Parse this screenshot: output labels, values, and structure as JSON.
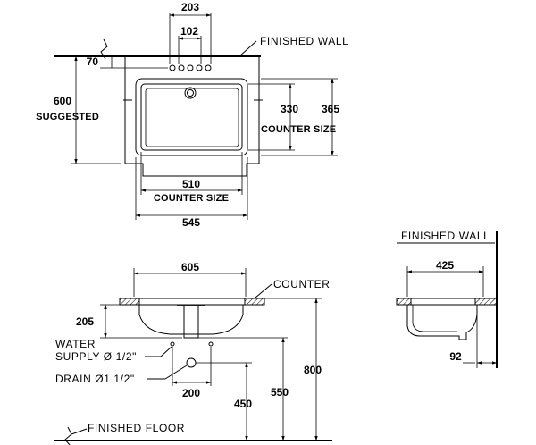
{
  "plan_view": {
    "dim_203": "203",
    "dim_102": "102",
    "dim_70": "70",
    "dim_600": "600",
    "label_suggested": "SUGGESTED",
    "label_finished_wall": "FINISHED  WALL",
    "dim_330": "330",
    "dim_365": "365",
    "label_counter_size_right": "COUNTER SIZE",
    "dim_510": "510",
    "label_counter_size_bottom": "COUNTER SIZE",
    "dim_545": "545"
  },
  "front_view": {
    "dim_605": "605",
    "label_counter": "COUNTER",
    "dim_205": "205",
    "label_water": "WATER",
    "label_supply": "SUPPLY Ø 1/2\"",
    "label_drain": "DRAIN Ø1 1/2\"",
    "dim_200": "200",
    "dim_450": "450",
    "dim_550": "550",
    "dim_800": "800",
    "label_finished_floor": "FINISHED  FLOOR"
  },
  "side_view": {
    "label_finished_wall": "FINISHED  WALL",
    "dim_425": "425",
    "dim_92": "92"
  }
}
